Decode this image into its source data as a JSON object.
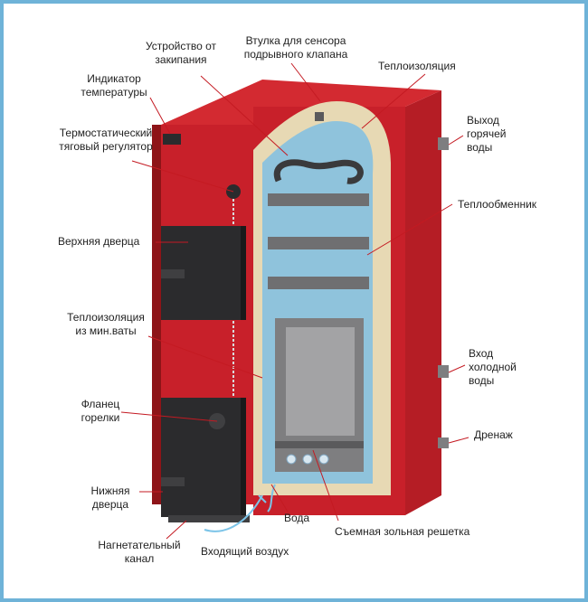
{
  "colors": {
    "frame": "#6fb3d8",
    "body_red": "#c8202a",
    "body_red_dark": "#8e1418",
    "insulation": "#e7d9b4",
    "exchanger": "#8fc3dc",
    "steel": "#7e7e80",
    "door": "#2b2b2d",
    "leader": "#c41a22"
  },
  "labels": {
    "boil_device": "Устройство от\nзакипания",
    "sensor_sleeve": "Втулка для сенсора\nподрывного клапана",
    "insulation_top": "Теплоизоляция",
    "temp_indicator": "Индикатор\nтемпературы",
    "thermostat": "Термостатический\nтяговый регулятор",
    "hot_outlet": "Выход\nгорячей\nводы",
    "heat_exchanger": "Теплообменник",
    "upper_door": "Верхняя дверца",
    "mineral_insulation": "Теплоизоляция\nиз мин.ваты",
    "cold_inlet": "Вход\nхолодной\nводы",
    "burner_flange": "Фланец\nгорелки",
    "drain": "Дренаж",
    "lower_door": "Нижняя\nдверца",
    "water": "Вода",
    "ash_grate": "Съемная зольная решетка",
    "air_channel": "Нагнетательный\nканал",
    "incoming_air": "Входящий воздух"
  }
}
